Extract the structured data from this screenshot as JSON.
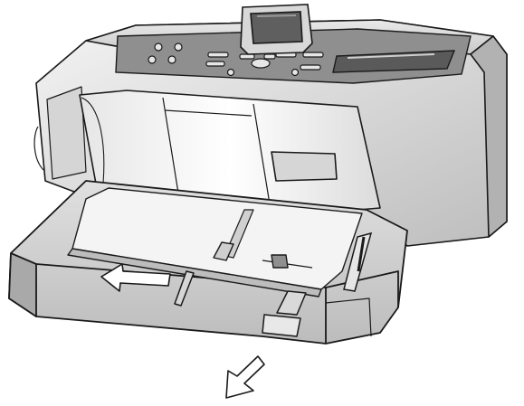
{
  "illustration": {
    "subject": "printer-paper-tray",
    "icons": [
      "printer-body",
      "lcd-screen",
      "control-panel",
      "output-tray",
      "input-tray",
      "paper-width-guide",
      "paper-length-guide",
      "slide-direction-arrow",
      "pull-out-arrow"
    ]
  },
  "colors": {
    "outline": "#1a1a1a",
    "light": "#f2f2f2",
    "mid": "#cfcfcf",
    "shade": "#a8a8a8",
    "dark": "#6e6e6e",
    "panel": "#8c8c8c",
    "screen": "#5f5f5f"
  }
}
